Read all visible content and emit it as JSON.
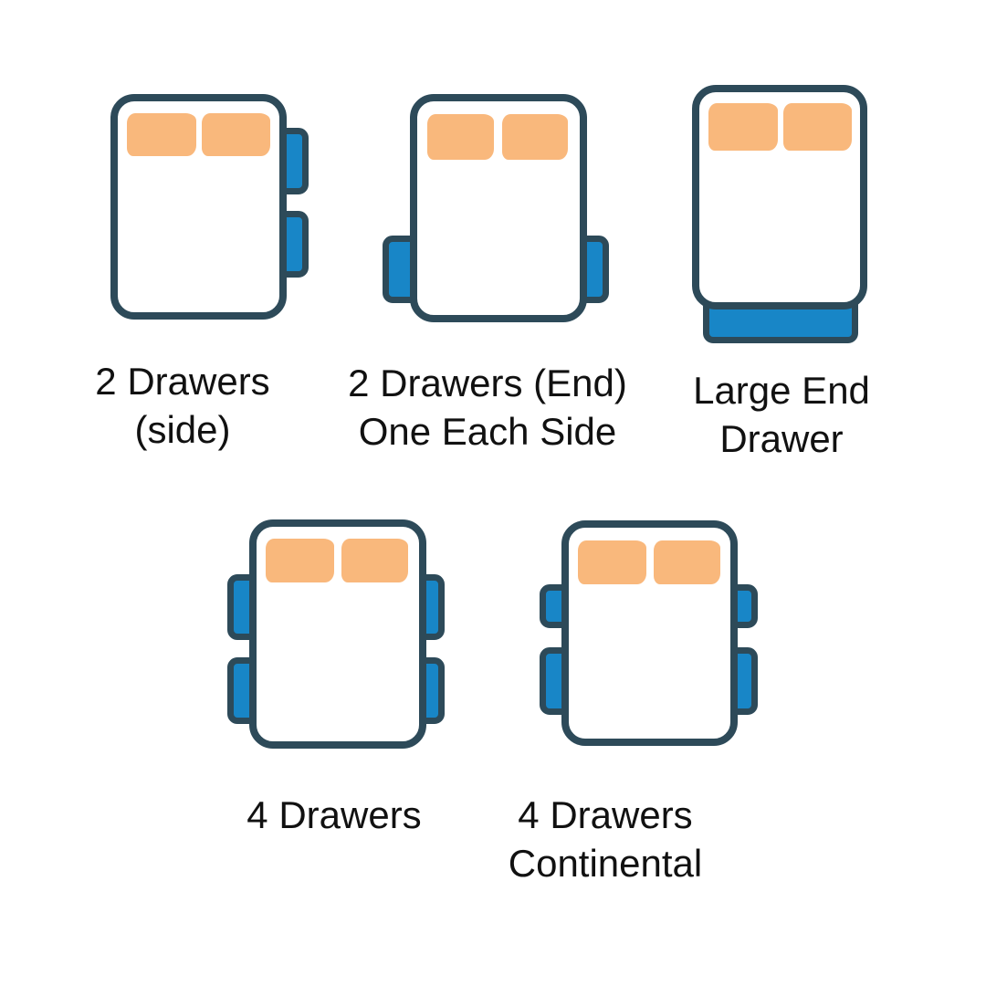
{
  "colors": {
    "outline": "#2d4a59",
    "drawer_fill": "#1886c7",
    "pillow": "#f9b87c",
    "label_text": "#111111",
    "page_bg": "#ffffff"
  },
  "figures": [
    {
      "name": "two-drawers-side",
      "label_lines": [
        "2 Drawers",
        "(side)"
      ],
      "pillow_count": 2,
      "drawer_count": 2,
      "drawer_layout": "two drawers on right side"
    },
    {
      "name": "two-drawers-end-one-each-side",
      "label_lines": [
        "2 Drawers (End)",
        "One Each Side"
      ],
      "pillow_count": 2,
      "drawer_count": 2,
      "drawer_layout": "one drawer each side at foot end"
    },
    {
      "name": "large-end-drawer",
      "label_lines": [
        "Large End",
        "Drawer"
      ],
      "pillow_count": 2,
      "drawer_count": 1,
      "drawer_layout": "one large drawer at foot end"
    },
    {
      "name": "four-drawers",
      "label_lines": [
        "4 Drawers"
      ],
      "pillow_count": 2,
      "drawer_count": 4,
      "drawer_layout": "two equal drawers each side"
    },
    {
      "name": "four-drawers-continental",
      "label_lines": [
        "4 Drawers",
        "Continental"
      ],
      "pillow_count": 2,
      "drawer_count": 4,
      "drawer_layout": "two drawers each side, shorter top drawers"
    }
  ]
}
